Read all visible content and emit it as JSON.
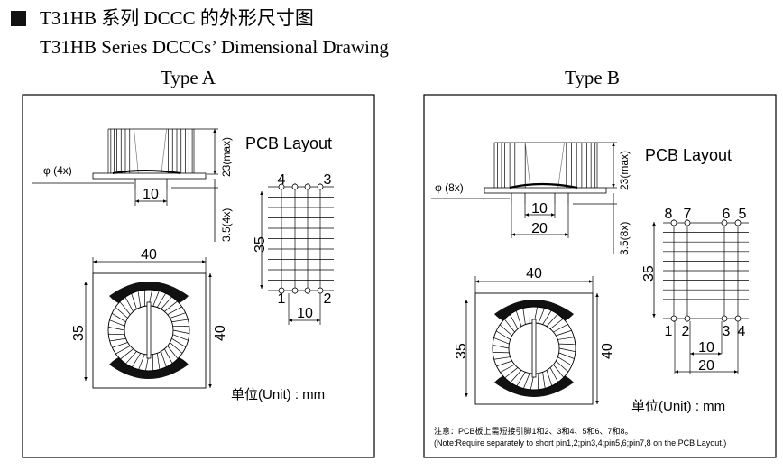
{
  "header": {
    "title_cn": "T31HB 系列 DCCC 的外形尺寸图",
    "title_en": "T31HB Series DCCCs’ Dimensional Drawing"
  },
  "type_a": {
    "label": "Type A",
    "pin_note": "φ (4x)",
    "height_dim": "23(max)",
    "pin_len_dim": "3.5(4x)",
    "pin_spacing": "10",
    "pcb_title": "PCB Layout",
    "pcb_pins": [
      "4",
      "3",
      "1",
      "2"
    ],
    "pcb_height": "35",
    "pcb_spacing": "10",
    "top_width": "40",
    "top_height_left": "35",
    "top_height_right": "40",
    "unit": "单位(Unit) : mm"
  },
  "type_b": {
    "label": "Type B",
    "pin_note": "φ (8x)",
    "height_dim": "23(max)",
    "pin_len_dim": "3.5(8x)",
    "pin_spacing_inner": "10",
    "pin_spacing_outer": "20",
    "pcb_title": "PCB Layout",
    "pcb_pins_top": [
      "8",
      "7",
      "6",
      "5"
    ],
    "pcb_pins_bottom": [
      "1",
      "2",
      "3",
      "4"
    ],
    "pcb_height": "35",
    "pcb_spacing_inner": "10",
    "pcb_spacing_outer": "20",
    "top_width": "40",
    "top_height_left": "35",
    "top_height_right": "40",
    "unit": "单位(Unit) : mm",
    "note_cn": "注意：PCB板上需短接引脚1和2、3和4、5和6、7和8。",
    "note_en": "(Note:Require separately to short pin1,2;pin3,4;pin5,6;pin7,8 on the PCB Layout.)"
  }
}
